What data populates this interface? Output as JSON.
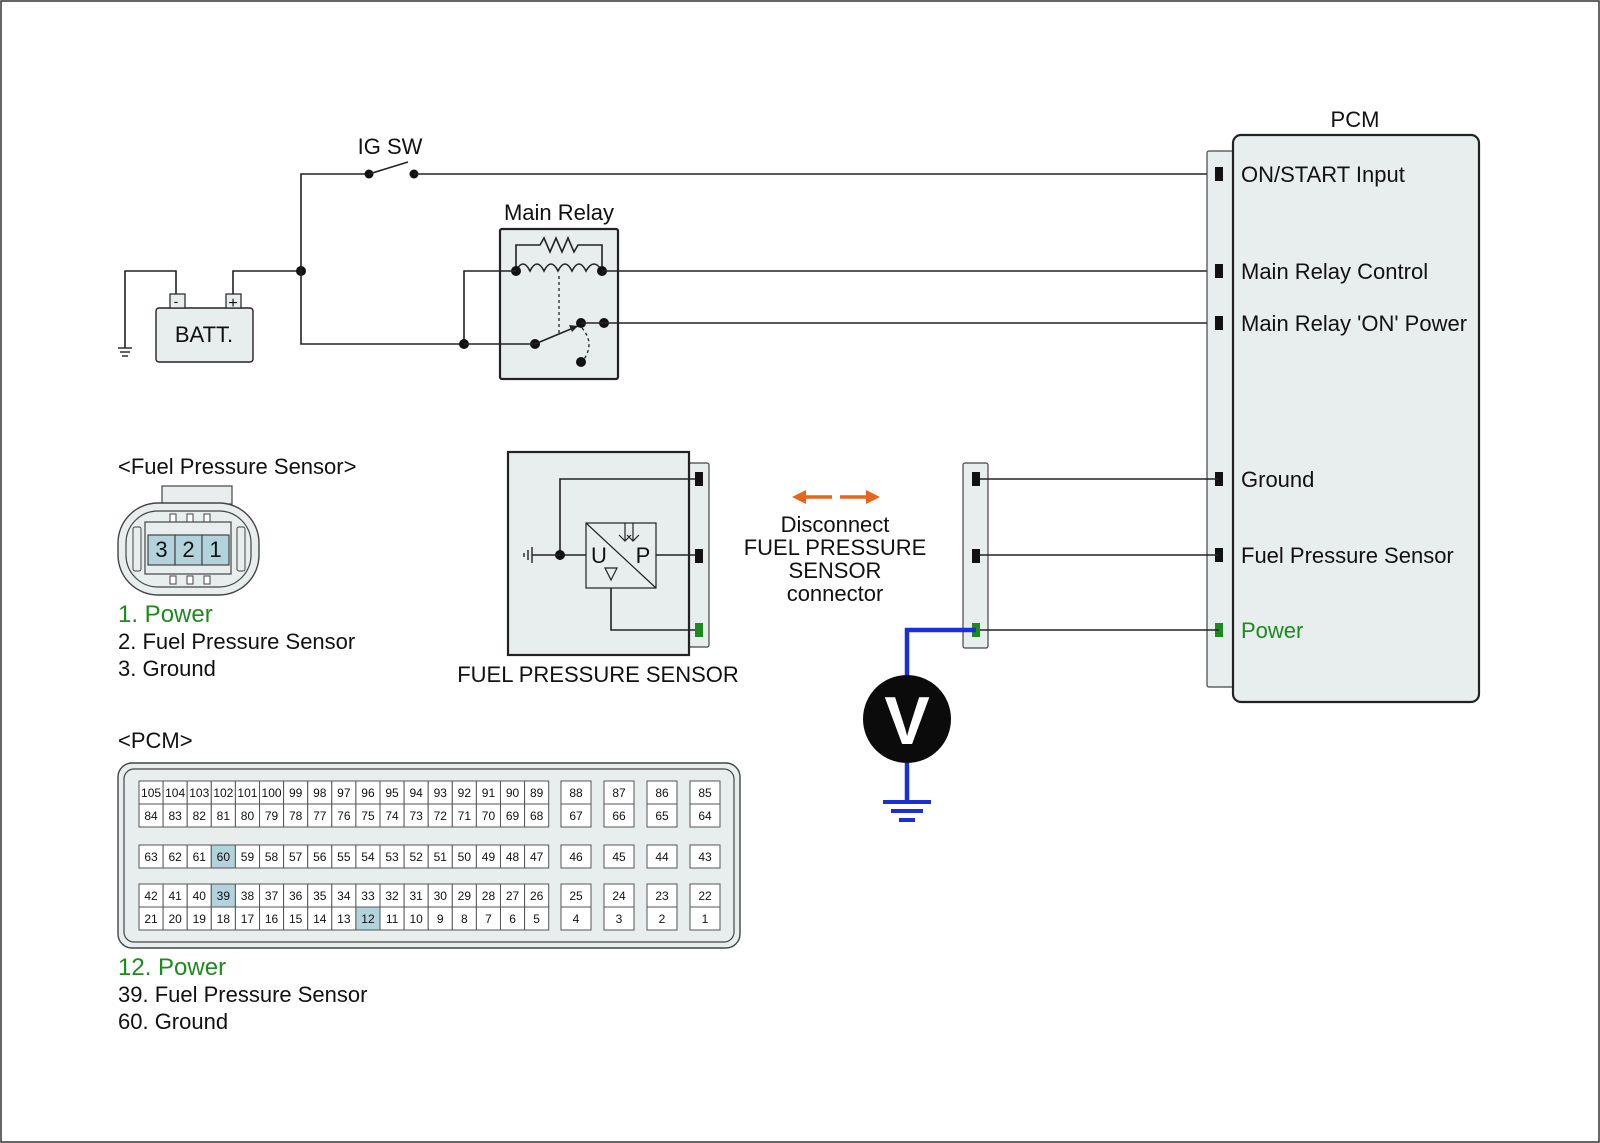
{
  "diagram": {
    "ig_switch": "IG SW",
    "battery": "BATT.",
    "battery_minus": "-",
    "battery_plus": "+",
    "main_relay": "Main Relay",
    "pcm_title": "PCM",
    "pcm_terminals": [
      {
        "label": "ON/START Input",
        "color": "#111111"
      },
      {
        "label": "Main Relay Control",
        "color": "#111111"
      },
      {
        "label": "Main Relay 'ON' Power",
        "color": "#111111"
      },
      {
        "label": "Ground",
        "color": "#111111"
      },
      {
        "label": "Fuel Pressure Sensor",
        "color": "#111111"
      },
      {
        "label": "Power",
        "color": "#1e8a1e"
      }
    ],
    "sensor_name": "FUEL PRESSURE SENSOR",
    "sensor_u": "U",
    "sensor_p": "P",
    "disconnect_lines": [
      "Disconnect",
      "FUEL PRESSURE",
      "SENSOR",
      "connector"
    ],
    "voltmeter": "V",
    "arrow_color": "#e8651e",
    "meter_wire_color": "#1a2fd6"
  },
  "sensor_connector": {
    "title": "<Fuel Pressure Sensor>",
    "pins": [
      "3",
      "2",
      "1"
    ],
    "legend": [
      {
        "text": "1. Power",
        "highlight": true
      },
      {
        "text": "2. Fuel Pressure Sensor",
        "highlight": false
      },
      {
        "text": "3. Ground",
        "highlight": false
      }
    ]
  },
  "pcm_connector": {
    "title": "<PCM>",
    "rows": [
      [
        "105",
        "104",
        "103",
        "102",
        "101",
        "100",
        "99",
        "98",
        "97",
        "96",
        "95",
        "94",
        "93",
        "92",
        "91",
        "90",
        "89"
      ],
      [
        "84",
        "83",
        "82",
        "81",
        "80",
        "79",
        "78",
        "77",
        "76",
        "75",
        "74",
        "73",
        "72",
        "71",
        "70",
        "69",
        "68"
      ],
      [
        "63",
        "62",
        "61",
        "60",
        "59",
        "58",
        "57",
        "56",
        "55",
        "54",
        "53",
        "52",
        "51",
        "50",
        "49",
        "48",
        "47"
      ],
      [
        "42",
        "41",
        "40",
        "39",
        "38",
        "37",
        "36",
        "35",
        "34",
        "33",
        "32",
        "31",
        "30",
        "29",
        "28",
        "27",
        "26"
      ],
      [
        "21",
        "20",
        "19",
        "18",
        "17",
        "16",
        "15",
        "14",
        "13",
        "12",
        "11",
        "10",
        "9",
        "8",
        "7",
        "6",
        "5"
      ]
    ],
    "side_rows": [
      [
        "88",
        "87",
        "86",
        "85"
      ],
      [
        "67",
        "66",
        "65",
        "64"
      ],
      [
        "46",
        "45",
        "44",
        "43"
      ],
      [
        "25",
        "24",
        "23",
        "22"
      ],
      [
        "4",
        "3",
        "2",
        "1"
      ]
    ],
    "highlighted": [
      "60",
      "39",
      "12"
    ],
    "legend": [
      {
        "text": "12. Power",
        "highlight": true
      },
      {
        "text": "39. Fuel Pressure Sensor",
        "highlight": false
      },
      {
        "text": "60. Ground",
        "highlight": false
      }
    ]
  }
}
